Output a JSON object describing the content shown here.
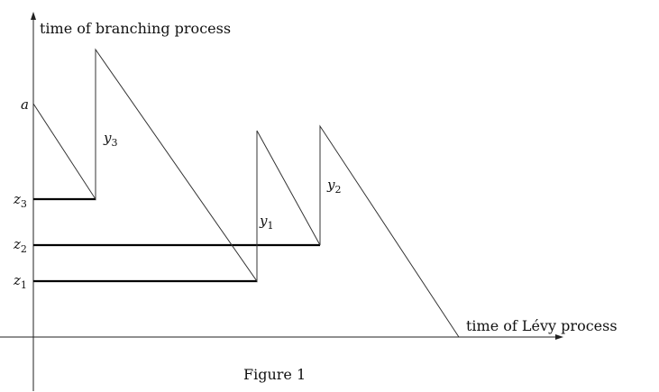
{
  "axes": {
    "y_label": "time of branching process",
    "x_label": "time of Lévy process"
  },
  "labels": {
    "a": {
      "main": "a",
      "sub": ""
    },
    "z3": {
      "main": "z",
      "sub": "3"
    },
    "z2": {
      "main": "z",
      "sub": "2"
    },
    "z1": {
      "main": "z",
      "sub": "1"
    },
    "y3": {
      "main": "y",
      "sub": "3"
    },
    "y1": {
      "main": "y",
      "sub": "1"
    },
    "y2": {
      "main": "y",
      "sub": "2"
    }
  },
  "caption": "Figure 1"
}
